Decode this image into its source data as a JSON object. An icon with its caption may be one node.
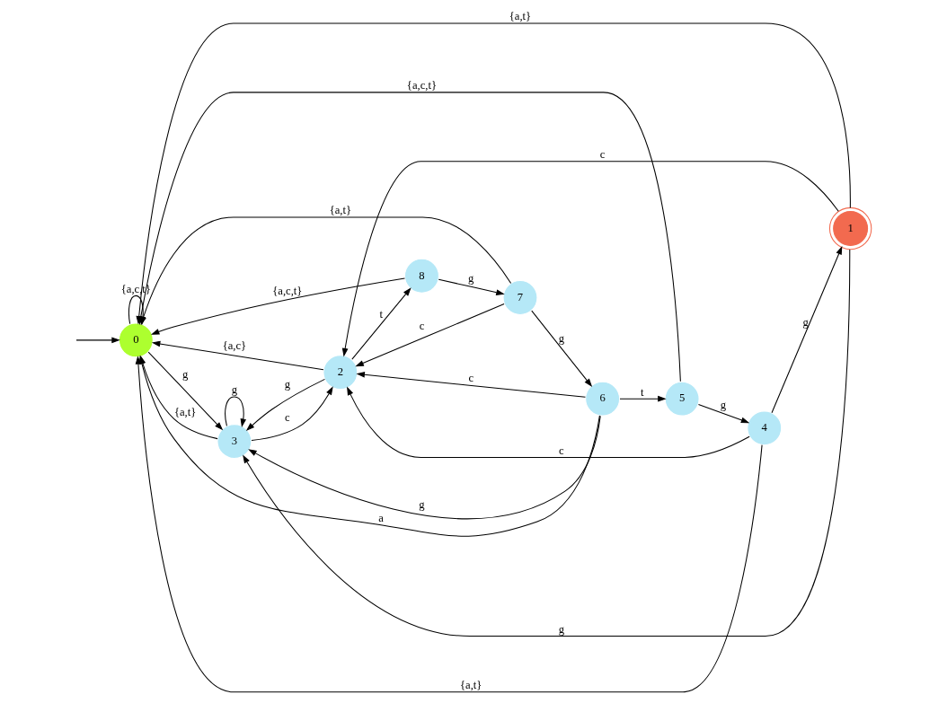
{
  "diagram": {
    "nodes": [
      {
        "text": [
          "0"
        ]
      },
      {
        "text": [
          "1"
        ]
      },
      {
        "text": [
          "2"
        ]
      },
      {
        "text": [
          "3"
        ]
      },
      {
        "text": [
          "4"
        ]
      },
      {
        "text": [
          "5"
        ]
      },
      {
        "text": [
          "6"
        ]
      },
      {
        "text": [
          "7"
        ]
      },
      {
        "text": [
          "8"
        ]
      }
    ],
    "edges": [
      {
        "from": null,
        "to": 0,
        "arrow": "to"
      },
      {
        "from": 0,
        "to": 0,
        "arrow": "to",
        "label": "{a,c,t}"
      },
      {
        "from": 0,
        "to": 3,
        "arrow": "to",
        "label": "g"
      },
      {
        "from": 3,
        "to": 0,
        "arrow": "to",
        "label": "{a,t}"
      },
      {
        "from": 3,
        "to": 3,
        "arrow": "to",
        "label": "g"
      },
      {
        "from": 3,
        "to": 2,
        "arrow": "to",
        "label": "c"
      },
      {
        "from": 2,
        "to": 0,
        "arrow": "to",
        "label": "{a,c}"
      },
      {
        "from": 2,
        "to": 3,
        "arrow": "to",
        "label": "g"
      },
      {
        "from": 2,
        "to": 8,
        "arrow": "to",
        "label": "t"
      },
      {
        "from": 8,
        "to": 0,
        "arrow": "to",
        "label": "{a,c,t}"
      },
      {
        "from": 8,
        "to": 7,
        "arrow": "to",
        "label": "g"
      },
      {
        "from": 7,
        "to": 0,
        "arrow": "to",
        "label": "{a,t}"
      },
      {
        "from": 7,
        "to": 2,
        "arrow": "to",
        "label": "c"
      },
      {
        "from": 7,
        "to": 6,
        "arrow": "to",
        "label": "g"
      },
      {
        "from": 6,
        "to": 0,
        "arrow": "to",
        "label": "a"
      },
      {
        "from": 6,
        "to": 2,
        "arrow": "to",
        "label": "c"
      },
      {
        "from": 6,
        "to": 3,
        "arrow": "to",
        "label": "g"
      },
      {
        "from": 6,
        "to": 5,
        "arrow": "to",
        "label": "t"
      },
      {
        "from": 5,
        "to": 0,
        "arrow": "to",
        "label": "{a,c,t}"
      },
      {
        "from": 5,
        "to": 4,
        "arrow": "to",
        "label": "g"
      },
      {
        "from": 4,
        "to": 0,
        "arrow": "to",
        "label": "{a,t}"
      },
      {
        "from": 4,
        "to": 2,
        "arrow": "to",
        "label": "c"
      },
      {
        "from": 4,
        "to": 1,
        "arrow": "to",
        "label": "g"
      },
      {
        "from": 1,
        "to": 0,
        "arrow": "to",
        "label": "{a,t}"
      },
      {
        "from": 1,
        "to": 2,
        "arrow": "to",
        "label": "c"
      },
      {
        "from": 1,
        "to": 3,
        "arrow": "to",
        "label": "g"
      }
    ]
  }
}
